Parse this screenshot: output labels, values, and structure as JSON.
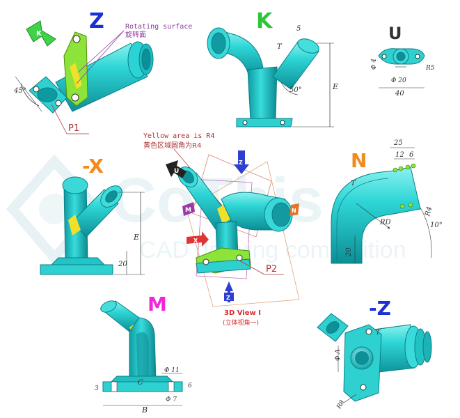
{
  "colors": {
    "part": "#27d3d3",
    "part_dark": "#0a8f96",
    "part_light": "#7ff0ee",
    "highlight_green": "#8ce33a",
    "highlight_yellow": "#f1e02a",
    "dim_line": "#333333",
    "annotation_red": "#c0392b",
    "watermark": "#d9ecef",
    "label_z": "#1b2fd6",
    "label_k": "#2fc53a",
    "label_u": "#333333",
    "label_n": "#f28a1c",
    "label_m": "#ee28d6",
    "label_minus_x": "#f28a1c",
    "label_minus_z": "#1b2fd6",
    "arrow_z": "#2c3fcf",
    "arrow_m": "#9b3aa6",
    "arrow_x": "#e03535",
    "arrow_u": "#222222",
    "arrow_n": "#e2742b",
    "arrow_k": "#36c23c"
  },
  "watermark": {
    "text_large": "CoThis",
    "text_small": "CAD drawing competition"
  },
  "views": {
    "z": "Z",
    "k": "K",
    "u": "U",
    "minus_x": "-X",
    "n": "N",
    "m": "M",
    "minus_z": "-Z"
  },
  "annotations": {
    "rotating_surface_en": "Rotating surface",
    "rotating_surface_cn": "旋转面",
    "yellow_area_en": "Yellow area is R4",
    "yellow_area_cn": "黄色区域圆角为R4",
    "p1": "P1",
    "p2": "P2",
    "view_3d_en": "3D View I",
    "view_3d_cn": "(立体视角一)"
  },
  "arrow_letters": {
    "z": "Z",
    "m": "M",
    "x": "X",
    "u": "U",
    "n": "N",
    "k": "K"
  },
  "dimensions": {
    "z_angle": "45°",
    "k_t": "T",
    "k_5": "5",
    "k_angle": "50°",
    "k_e": "E",
    "u_phi4": "Φ 4",
    "u_r5": "R5",
    "u_phi20": "Φ 20",
    "u_40": "40",
    "x_e": "E",
    "x_20": "20",
    "n_25": "25",
    "n_12": "12",
    "n_6": "6",
    "n_t": "T",
    "n_rd": "RD",
    "n_r4": "R4",
    "n_10": "10°",
    "n_20": "20",
    "m_phi11": "Φ 11",
    "m_6": "6",
    "m_3": "3",
    "m_c": "C",
    "m_phi7": "Φ 7",
    "m_b": "B",
    "mz_phi_a": "Φ A",
    "mz_r8": "R8",
    "mz_t": "T"
  }
}
